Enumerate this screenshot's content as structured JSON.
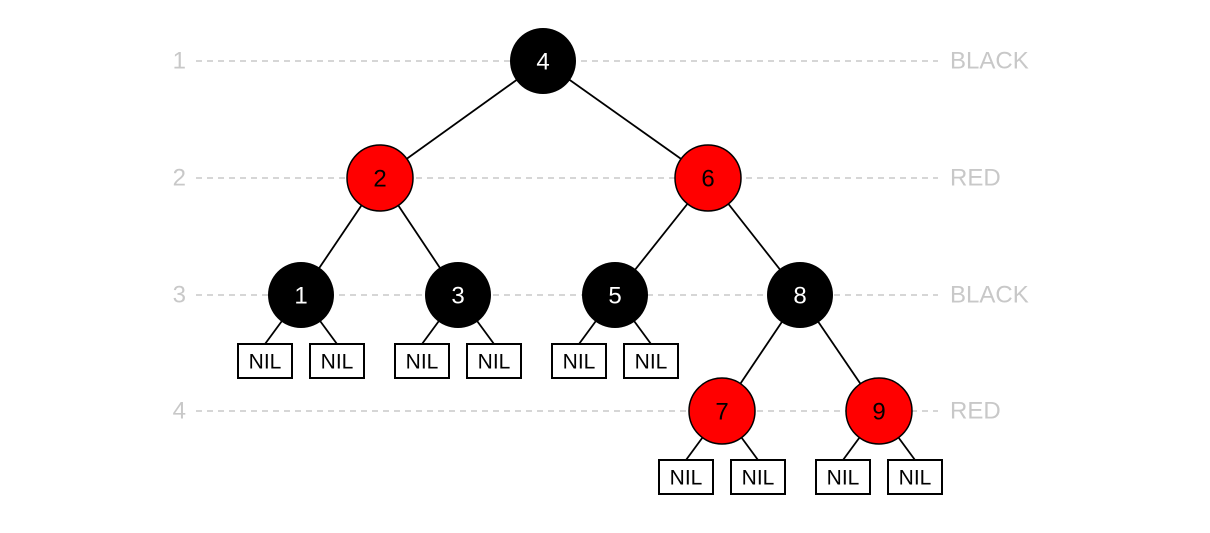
{
  "colors": {
    "black_node": "#000000",
    "red_node": "#ff0000",
    "guide": "#c8c8c8"
  },
  "levels": [
    {
      "number": "1",
      "color_label": "BLACK"
    },
    {
      "number": "2",
      "color_label": "RED"
    },
    {
      "number": "3",
      "color_label": "BLACK"
    },
    {
      "number": "4",
      "color_label": "RED"
    }
  ],
  "nodes": [
    {
      "key": "4",
      "color": "black",
      "level": 1
    },
    {
      "key": "2",
      "color": "red",
      "level": 2
    },
    {
      "key": "6",
      "color": "red",
      "level": 2
    },
    {
      "key": "1",
      "color": "black",
      "level": 3
    },
    {
      "key": "3",
      "color": "black",
      "level": 3
    },
    {
      "key": "5",
      "color": "black",
      "level": 3
    },
    {
      "key": "8",
      "color": "black",
      "level": 3
    },
    {
      "key": "7",
      "color": "red",
      "level": 4
    },
    {
      "key": "9",
      "color": "red",
      "level": 4
    }
  ],
  "edges": [
    [
      "4",
      "2"
    ],
    [
      "4",
      "6"
    ],
    [
      "2",
      "1"
    ],
    [
      "2",
      "3"
    ],
    [
      "6",
      "5"
    ],
    [
      "6",
      "8"
    ],
    [
      "8",
      "7"
    ],
    [
      "8",
      "9"
    ]
  ],
  "nil_label": "NIL",
  "nil_parents": [
    "1",
    "1",
    "3",
    "3",
    "5",
    "5",
    "7",
    "7",
    "9",
    "9"
  ]
}
